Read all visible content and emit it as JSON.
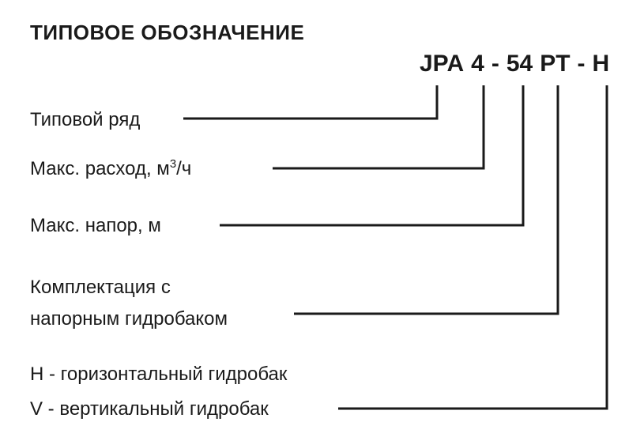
{
  "diagram": {
    "title": "ТИПОВОЕ ОБОЗНАЧЕНИЕ",
    "code": {
      "series": "JPA",
      "flow": "4",
      "sep1": "-",
      "head": "54",
      "kit": "PT",
      "sep2": "-",
      "tank": "H"
    },
    "labels": {
      "series": "Типовой ряд",
      "flow": {
        "prefix": "Макс. расход, м",
        "sup": "3",
        "suffix": "/ч"
      },
      "head": "Макс. напор, м",
      "kit_line1": "Комплектация с",
      "kit_line2": "напорным гидробаком",
      "tank_h": "H - горизонтальный гидробак",
      "tank_v": "V - вертикальный гидробак"
    },
    "line_color": "#1a1a1a"
  }
}
